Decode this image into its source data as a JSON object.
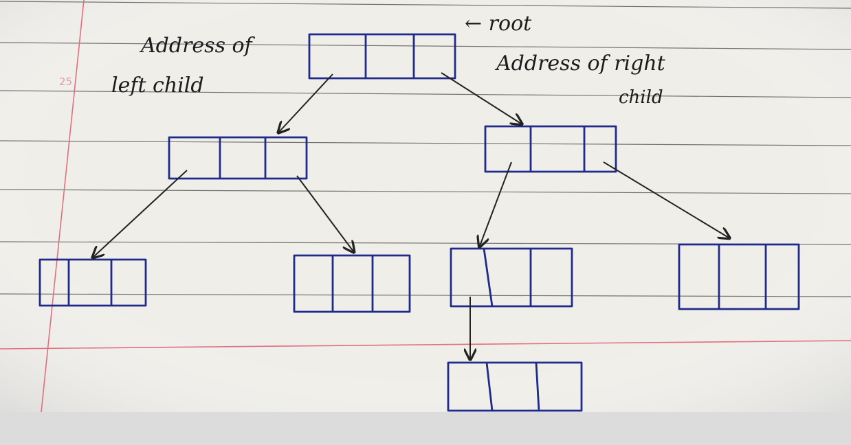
{
  "page_number": "25",
  "annotations": {
    "root_label": "← root",
    "left_child_line1": "Address of",
    "left_child_line2": "left child",
    "right_child_line1": "Address of right",
    "right_child_line2": "child"
  },
  "tree": {
    "nodes": [
      {
        "id": "root",
        "level": 0,
        "cells": 3
      },
      {
        "id": "L",
        "level": 1,
        "parent": "root",
        "side": "left",
        "cells": 3
      },
      {
        "id": "R",
        "level": 1,
        "parent": "root",
        "side": "right",
        "cells": 3
      },
      {
        "id": "LL",
        "level": 2,
        "parent": "L",
        "side": "left",
        "cells": 3
      },
      {
        "id": "LR",
        "level": 2,
        "parent": "L",
        "side": "right",
        "cells": 3
      },
      {
        "id": "RL",
        "level": 2,
        "parent": "R",
        "side": "left",
        "cells": 3
      },
      {
        "id": "RR",
        "level": 2,
        "parent": "R",
        "side": "right",
        "cells": 3
      },
      {
        "id": "RLL",
        "level": 3,
        "parent": "RL",
        "side": "left",
        "cells": 3
      }
    ]
  },
  "colors": {
    "paper": "#efeee9",
    "rule_line": "#4a4a4a",
    "margin_line": "#e0707e",
    "node_ink": "#1f2a8a",
    "arrow_ink": "#222222"
  }
}
